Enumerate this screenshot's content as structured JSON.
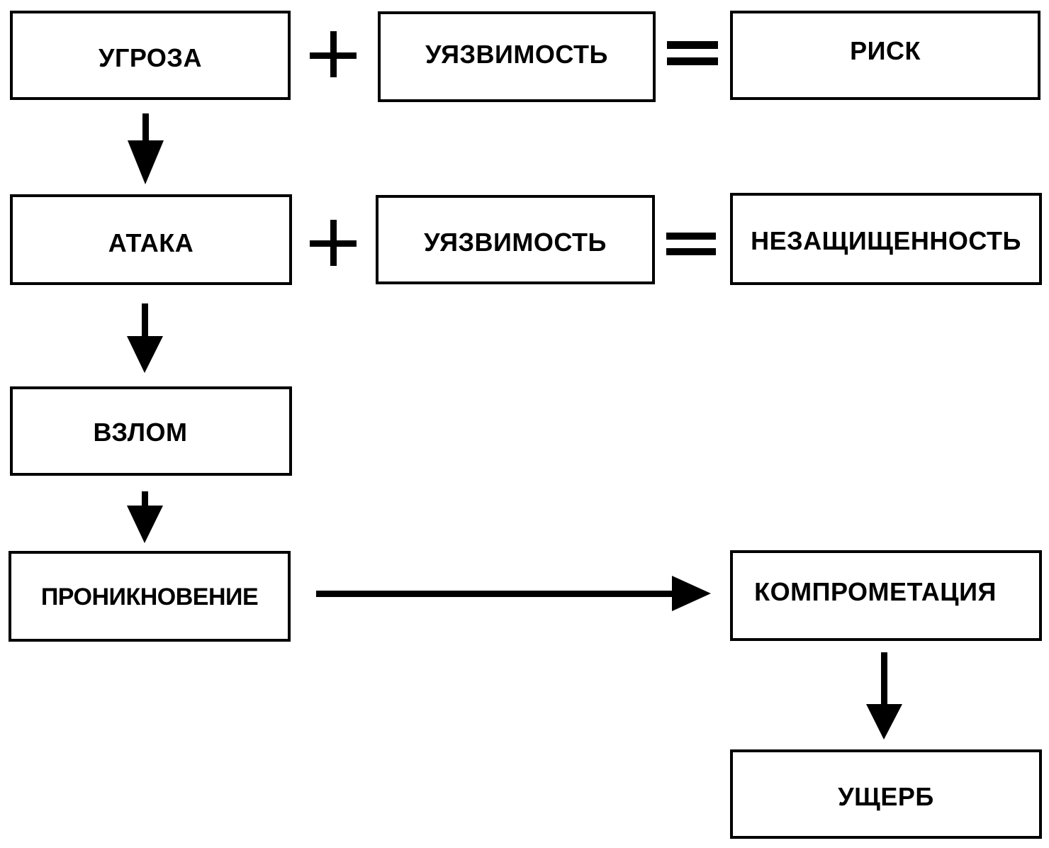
{
  "diagram": {
    "nodes": {
      "threat": "УГРОЗА",
      "vulnerability_1": "УЯЗВИМОСТЬ",
      "risk": "РИСК",
      "attack": "АТАКА",
      "vulnerability_2": "УЯЗВИМОСТЬ",
      "insecurity": "НЕЗАЩИЩЕННОСТЬ",
      "breach": "ВЗЛОМ",
      "penetration": "ПРОНИКНОВЕНИЕ",
      "compromise": "КОМПРОМЕТАЦИЯ",
      "damage": "УЩЕРБ"
    },
    "operators": {
      "plus": "+",
      "equals": "="
    },
    "edges": [
      {
        "from": "threat",
        "to": "attack"
      },
      {
        "from": "attack",
        "to": "breach"
      },
      {
        "from": "breach",
        "to": "penetration"
      },
      {
        "from": "penetration",
        "to": "compromise"
      },
      {
        "from": "compromise",
        "to": "damage"
      }
    ],
    "equations": [
      {
        "terms": [
          "threat",
          "vulnerability_1"
        ],
        "result": "risk"
      },
      {
        "terms": [
          "attack",
          "vulnerability_2"
        ],
        "result": "insecurity"
      }
    ]
  }
}
